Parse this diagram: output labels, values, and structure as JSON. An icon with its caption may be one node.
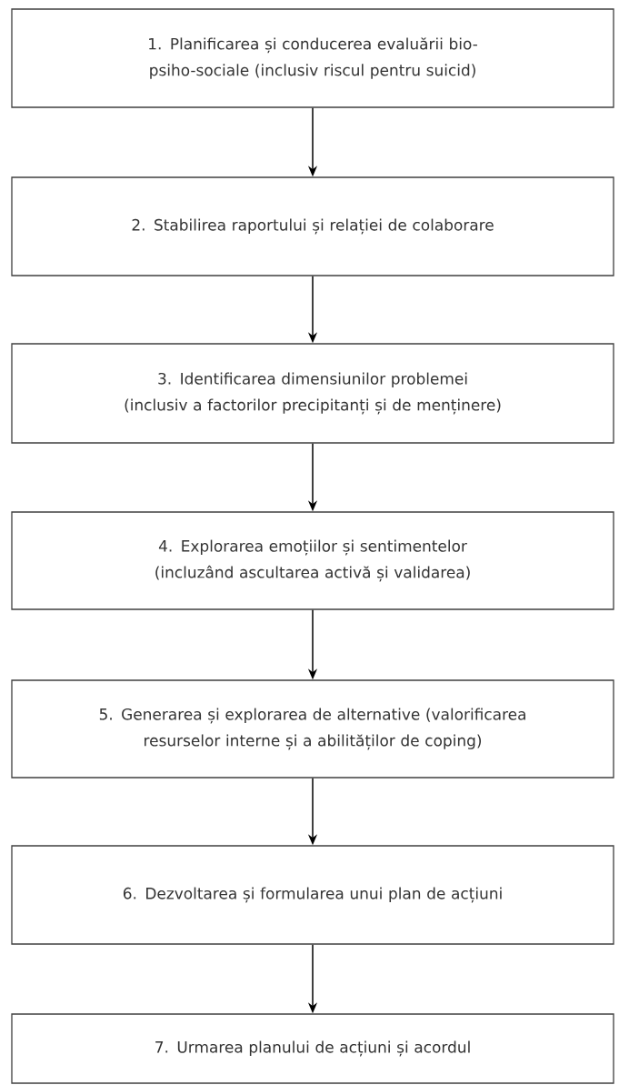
{
  "diagram": {
    "nodes": [
      {
        "text": [
          "1. Planificarea și conducerea evaluării bio-psiho-sociale (inclusiv riscul pentru suicid)"
        ]
      },
      {
        "text": [
          "2. Stabilirea raportului și relației de colaborare"
        ]
      },
      {
        "text": [
          "3. Identificarea dimensiunilor problemei (inclusiv a factorilor precipitanți și de menținere)"
        ]
      },
      {
        "text": [
          "4. Explorarea emoțiilor și sentimentelor (incluzând ascultarea activă și validarea)"
        ]
      },
      {
        "text": [
          "5. Generarea și explorarea de alternative (valorificarea resurselor interne și a abilităților de coping)"
        ]
      },
      {
        "text": [
          "6. Dezvoltarea și formularea unui plan de acțiuni"
        ]
      },
      {
        "text": [
          "7. Urmarea planului de acțiuni și acordul"
        ]
      }
    ],
    "edges": [
      {
        "from": 0,
        "to": 1,
        "arrow": "to"
      },
      {
        "from": 1,
        "to": 2,
        "arrow": "to"
      },
      {
        "from": 2,
        "to": 3,
        "arrow": "to"
      },
      {
        "from": 3,
        "to": 4,
        "arrow": "to"
      },
      {
        "from": 4,
        "to": 5,
        "arrow": "to"
      },
      {
        "from": 5,
        "to": 6,
        "arrow": "to"
      }
    ]
  }
}
